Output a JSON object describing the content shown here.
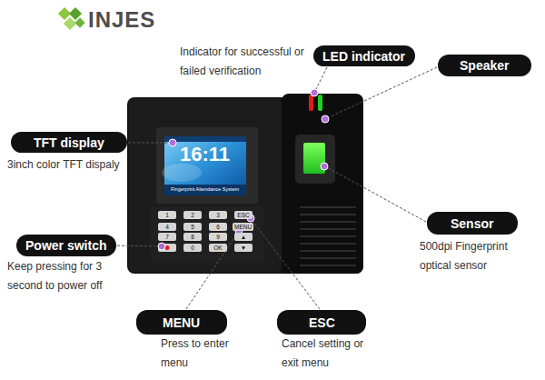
{
  "diagram": {
    "nodes": [
      {
        "text": [
          "LED indicator",
          "Indicator for successful or failed verification"
        ]
      },
      {
        "text": [
          "Speaker"
        ]
      },
      {
        "text": [
          "TFT display",
          "3inch color TFT dispaly"
        ]
      },
      {
        "text": [
          "Sensor",
          "500dpi Fingerprint optical sensor"
        ]
      },
      {
        "text": [
          "Power switch",
          "Keep pressing for  3 second to power off"
        ]
      },
      {
        "text": [
          "MENU",
          "Press to enter  menu"
        ]
      },
      {
        "text": [
          "ESC",
          "Cancel setting or exit menu"
        ]
      }
    ],
    "labels": [
      "INJES",
      "16:11",
      "Fingerprint Attendance System",
      "1",
      "2",
      "3",
      "ESC",
      "4",
      "5",
      "6",
      "MENU",
      "7",
      "8",
      "9",
      "▲",
      "0",
      "OK",
      "▼"
    ]
  }
}
